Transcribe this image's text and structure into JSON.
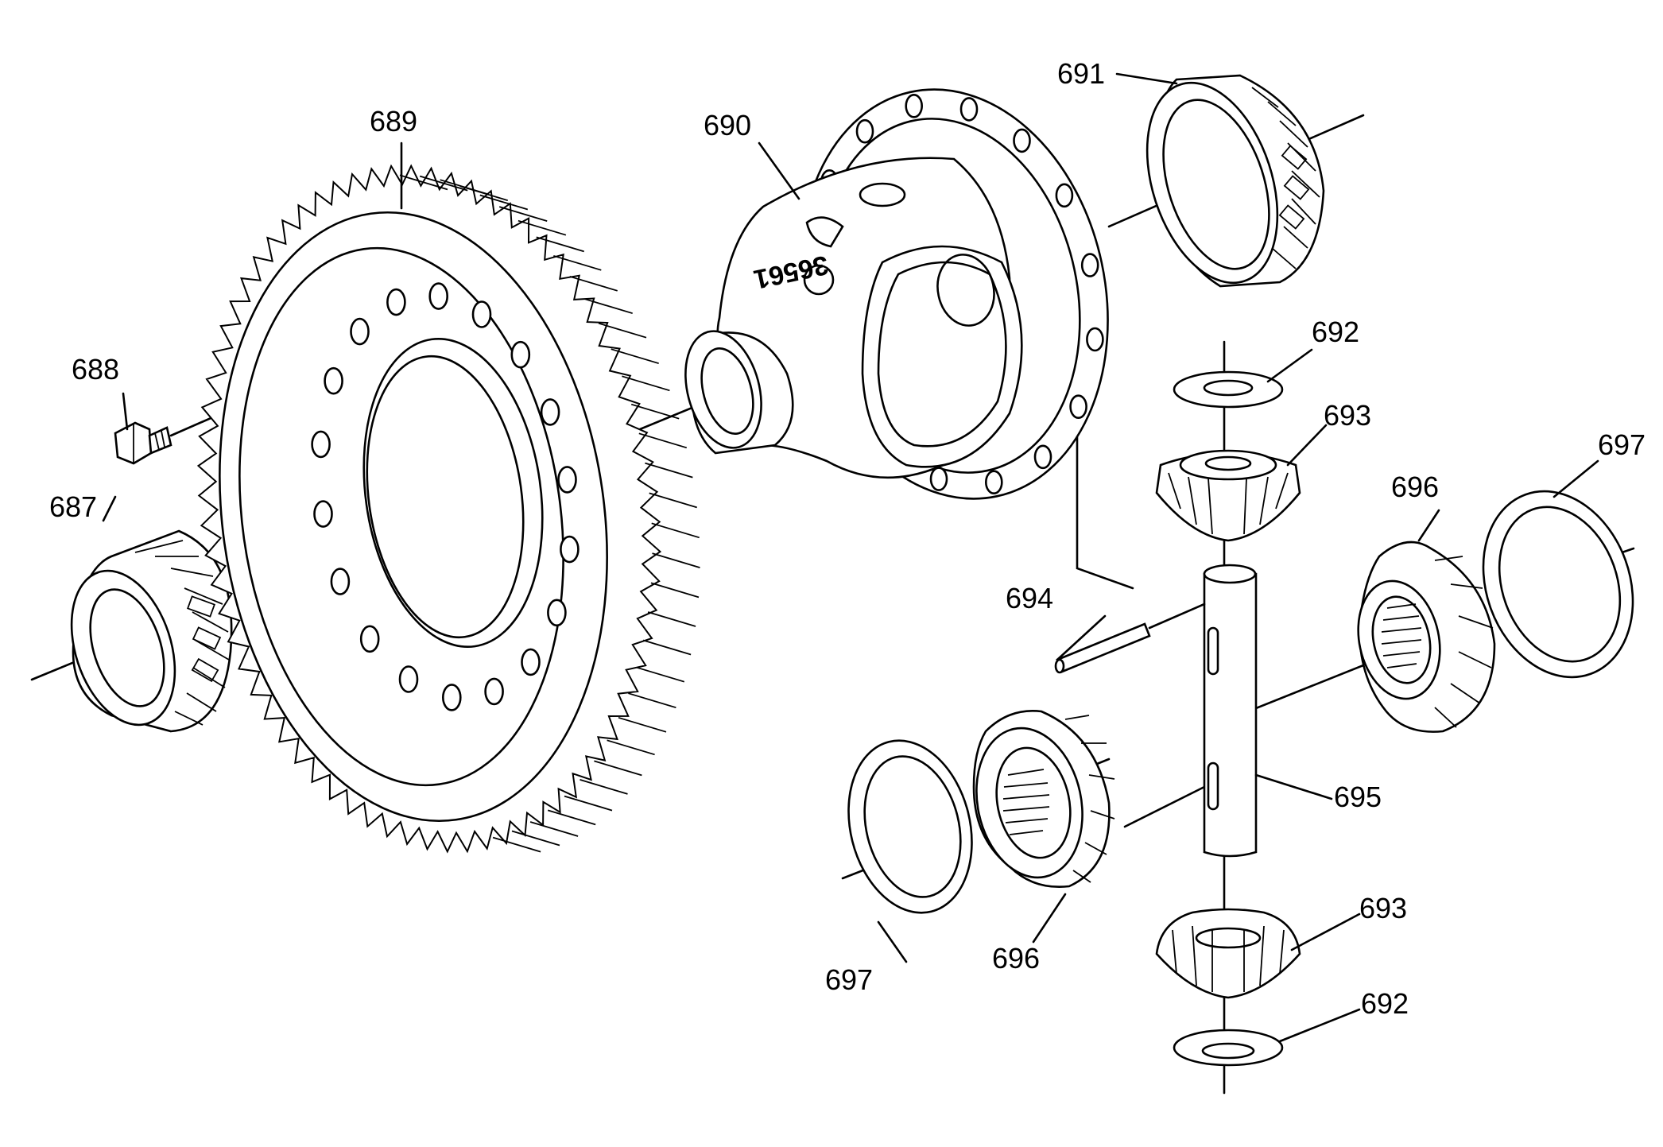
{
  "diagram": {
    "type": "exploded-parts-view",
    "callouts": {
      "c687": "687",
      "c688": "688",
      "c689": "689",
      "c690": "690",
      "c691": "691",
      "c692_top": "692",
      "c693_top": "693",
      "c694": "694",
      "c695": "695",
      "c696_right": "696",
      "c697_right": "697",
      "c696_left": "696",
      "c697_left": "697",
      "c693_bottom": "693",
      "c692_bottom": "692"
    },
    "case_marking": "36561"
  }
}
